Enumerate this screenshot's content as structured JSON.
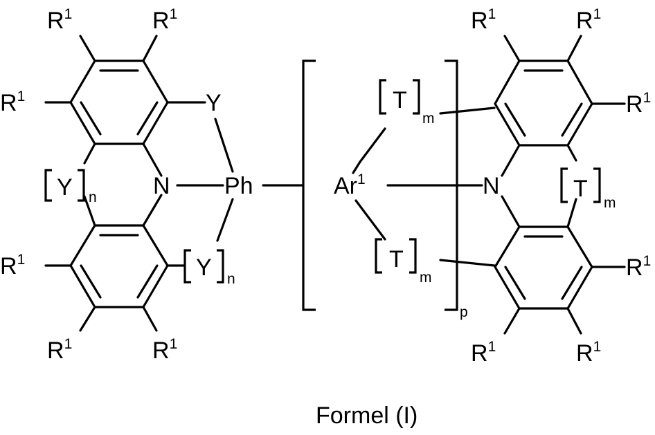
{
  "diagram": {
    "substituent_label": "R",
    "substituent_index": "1",
    "atom_y": "Y",
    "atom_n": "N",
    "group_ph": "Ph",
    "group_ar": "Ar",
    "ar_index": "1",
    "atom_t": "T",
    "index_n": "n",
    "index_m": "m",
    "index_p": "p",
    "caption": "Formel (I)"
  }
}
